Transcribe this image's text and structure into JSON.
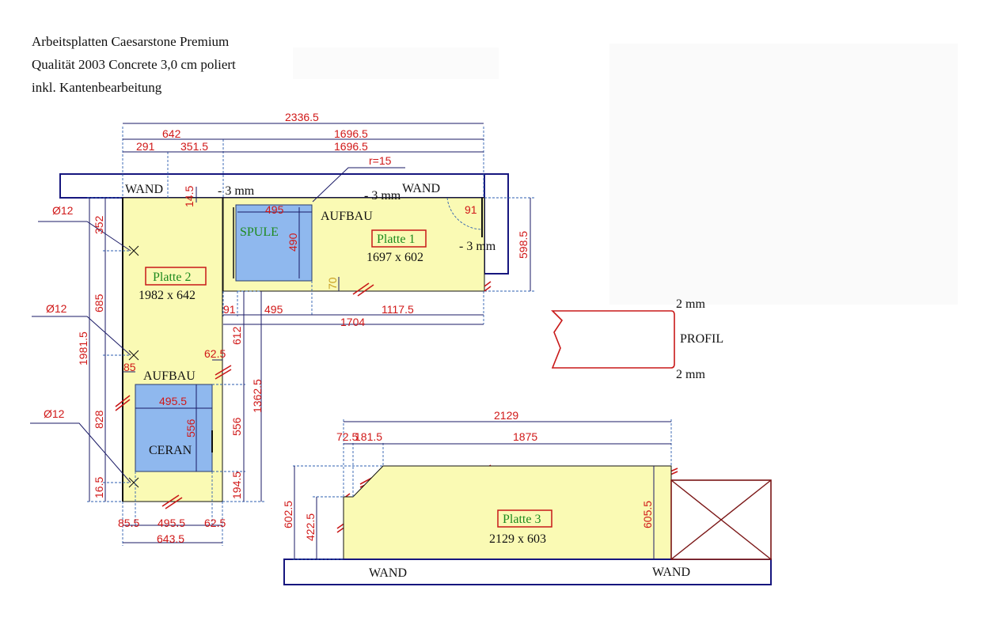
{
  "header": {
    "line1": "Arbeitsplatten Caesarstone Premium",
    "line2": "Qualität 2003 Concrete 3,0 cm poliert",
    "line3": "inkl. Kantenbearbeitung"
  },
  "walls": {
    "left_top": "WAND",
    "right_top": "WAND",
    "bottom_left": "WAND",
    "bottom_right": "WAND"
  },
  "notes": {
    "minus3_left": "- 3 mm",
    "minus3_mid": "- 3 mm",
    "minus3_right": "- 3 mm",
    "radius": "r=15"
  },
  "slabs": {
    "p1": {
      "label": "Platte 1",
      "size": "1697 x 602"
    },
    "p2": {
      "label": "Platte 2",
      "size": "1982 x 642"
    },
    "p3": {
      "label": "Platte 3",
      "size": "2129 x  603"
    }
  },
  "cutouts": {
    "sink": "SPULE",
    "cooktop": "CERAN",
    "aufbau1": "AUFBAU",
    "aufbau2": "AUFBAU"
  },
  "holes": {
    "h1": "Ø12",
    "h2": "Ø12",
    "h3": "Ø12"
  },
  "profile": {
    "label": "PROFIL",
    "top": "2 mm",
    "bottom": "2 mm"
  },
  "dims": {
    "total_top": "2336.5",
    "d642": "642",
    "d1696_a": "1696.5",
    "d291": "291",
    "d351": "351.5",
    "d1696_b": "1696.5",
    "d145": "14.5",
    "d495_sink": "495",
    "d490": "490",
    "d91_corner": "91",
    "d598": "598.5",
    "d70": "70",
    "d91_bottom": "91",
    "d495_bottom": "495",
    "d1117": "1117.5",
    "d1704": "1704",
    "d352": "352",
    "d685": "685",
    "d1981": "1981.5",
    "d612": "612",
    "d62_upper": "62.5",
    "d85_left": "85",
    "d1362": "1362.5",
    "d828": "828",
    "d495_ceran": "495.5",
    "d556_inner": "556",
    "d556_outer": "556",
    "d16": "16.5",
    "d194": "194.5",
    "d85_bottom": "85.5",
    "d495_bottom2": "495.5",
    "d62_bottom": "62.5",
    "d643": "643.5",
    "d2129": "2129",
    "d72": "72.5",
    "d181": "181.5",
    "d1875": "1875",
    "d602": "602.5",
    "d422": "422.5",
    "d605": "605.5"
  }
}
